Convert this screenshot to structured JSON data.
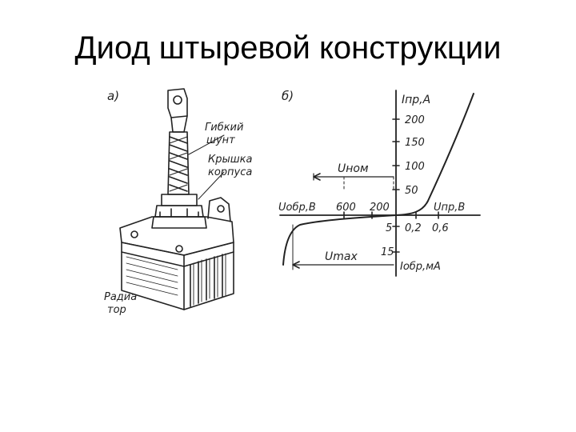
{
  "slide": {
    "title": "Диод штыревой конструкции"
  },
  "figure": {
    "panel_a_label": "а)",
    "panel_b_label": "б)",
    "labels": {
      "flexible_shunt": [
        "Гибкий",
        "шунт"
      ],
      "case_cover": [
        "Крышка",
        "корпуса"
      ],
      "radiator": [
        "Радиа",
        "тор"
      ]
    },
    "graph": {
      "forward_current": "Iпр,А",
      "forward_voltage": "Uпр,В",
      "reverse_voltage": "Uобр,В",
      "reverse_current": "Iобр,мА",
      "u_nom": "Uном",
      "u_max": "Umax",
      "y_ticks_current": [
        "200",
        "150",
        "100",
        "50"
      ],
      "x_ticks_forward": [
        "0,2",
        "0,6"
      ],
      "x_ticks_reverse": [
        "600",
        "200"
      ],
      "y_ticks_reverse": [
        "5",
        "15"
      ]
    }
  }
}
